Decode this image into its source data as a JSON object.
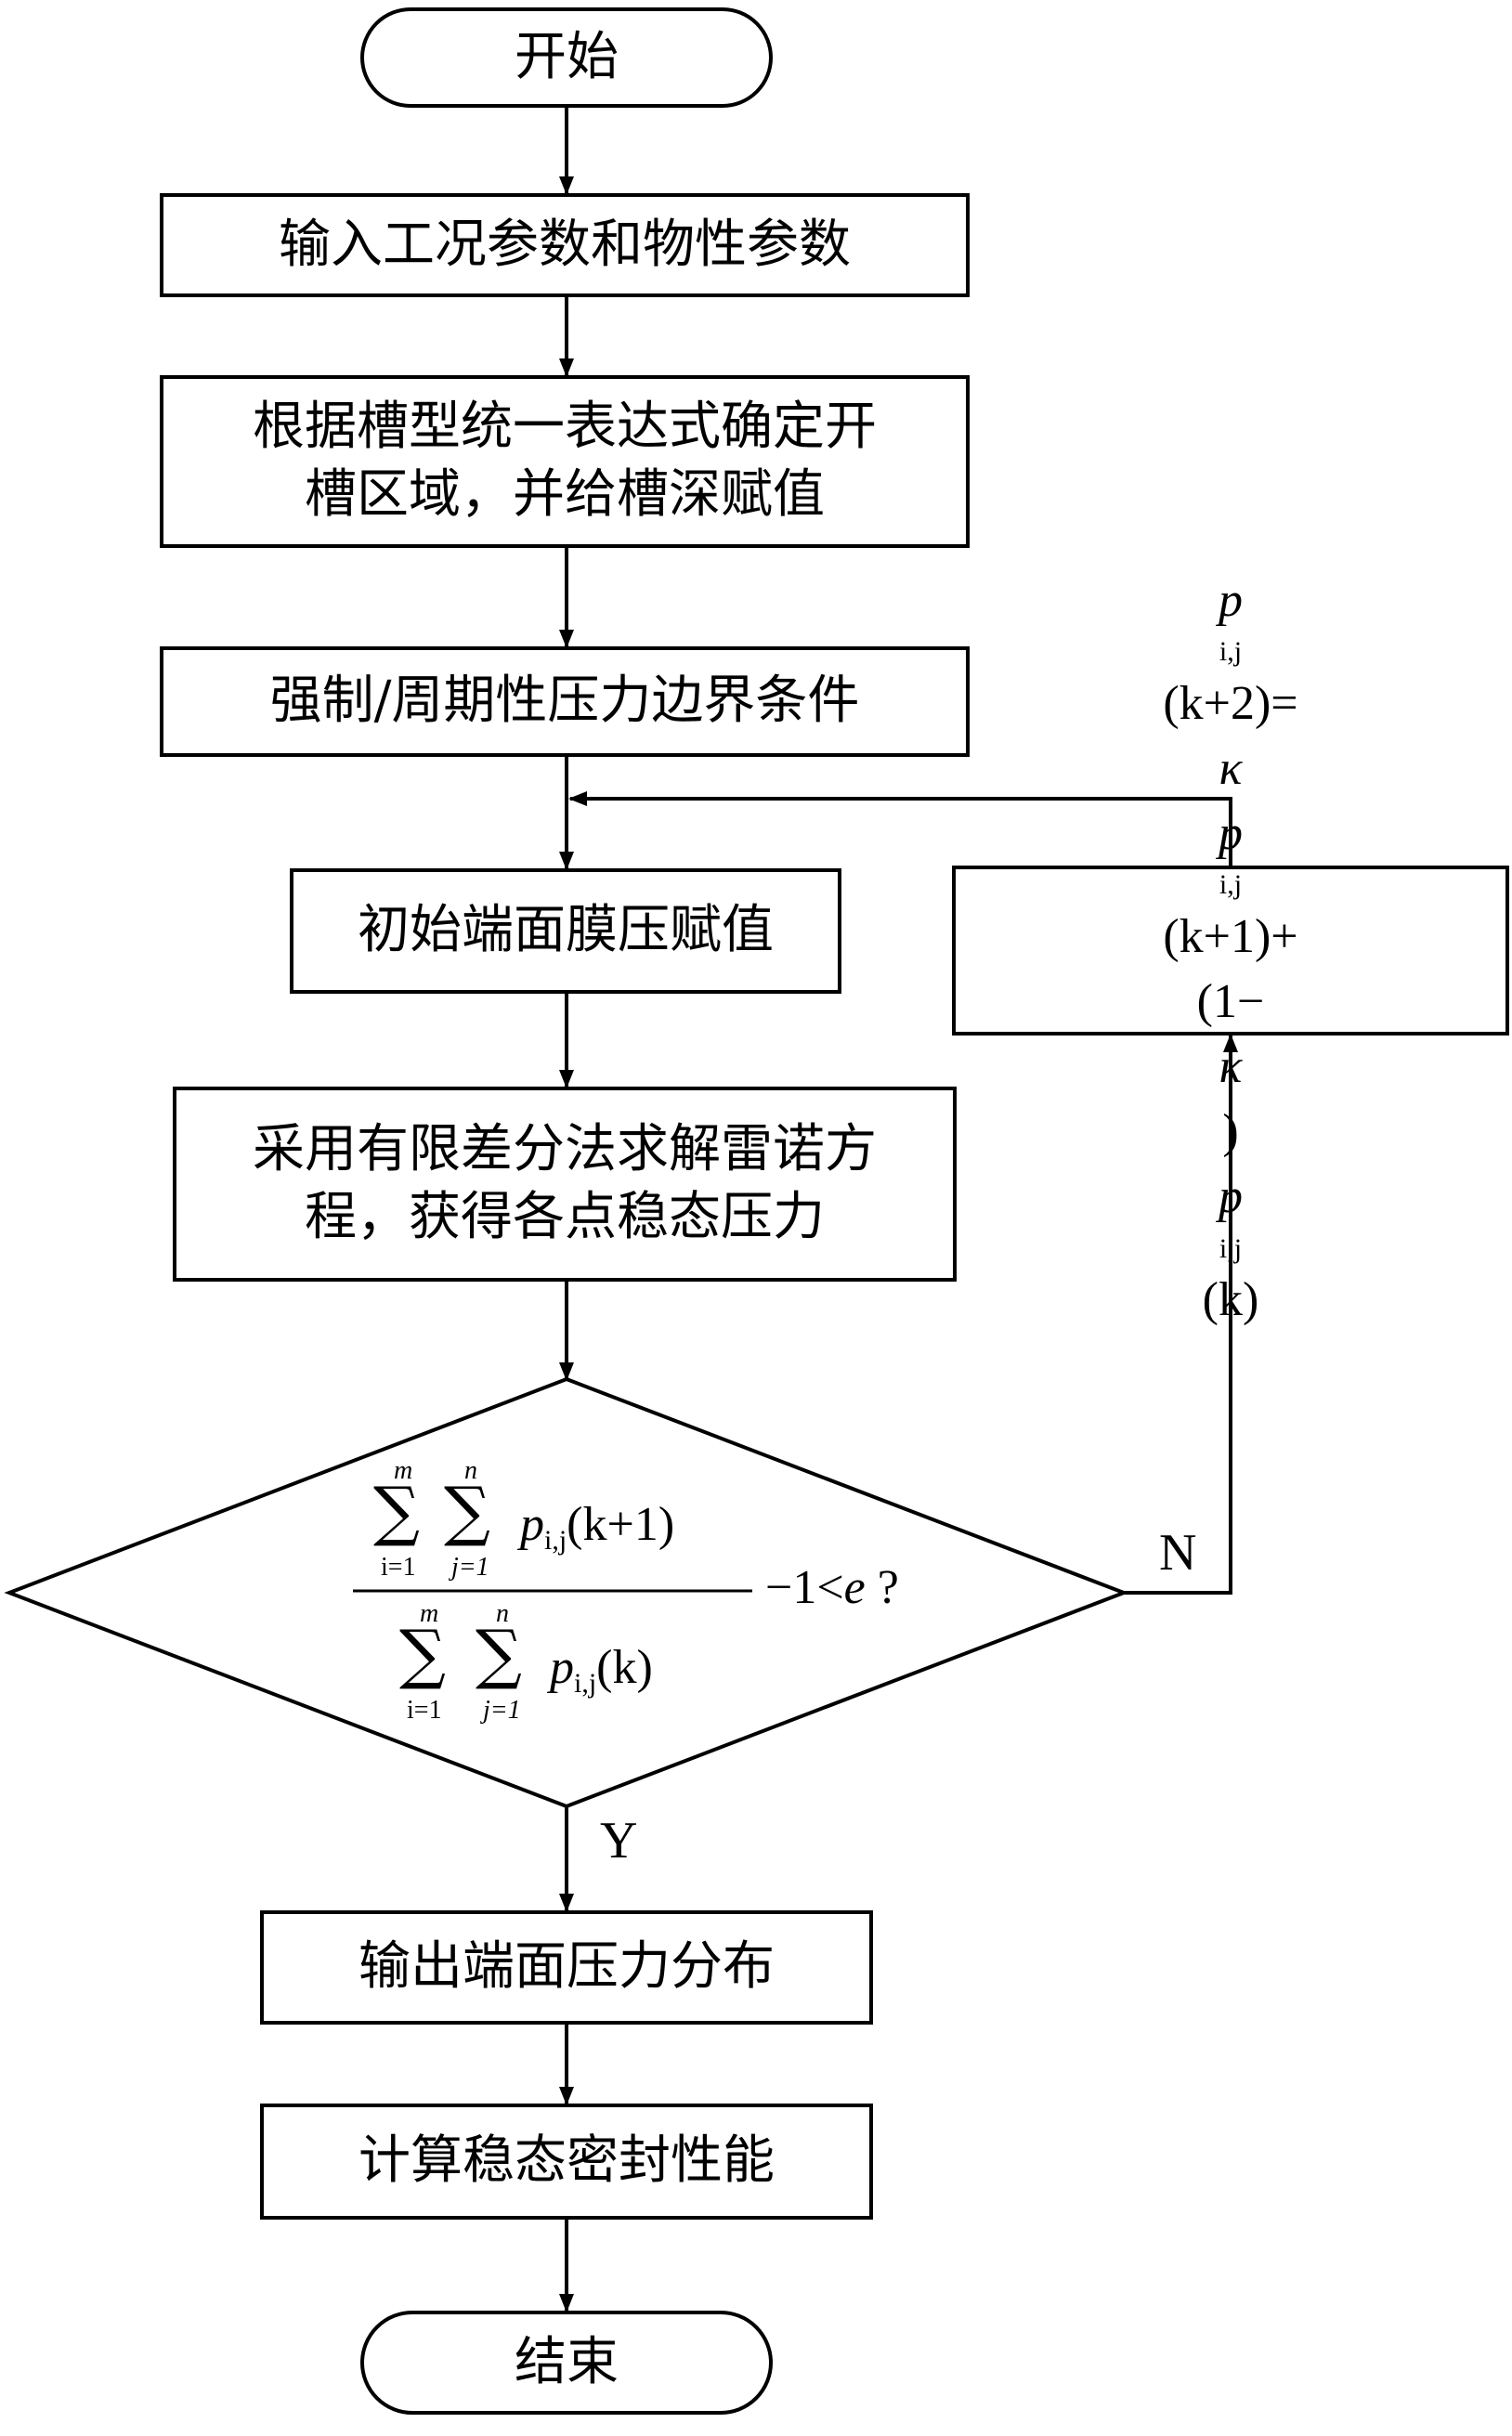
{
  "nodes": {
    "start": "开始",
    "input": "输入工况参数和物性参数",
    "groove_line1": "根据槽型统一表达式确定开",
    "groove_line2": "槽区域，并给槽深赋值",
    "boundary": "强制/周期性压力边界条件",
    "init": "初始端面膜压赋值",
    "solve_line1": "采用有限差分法求解雷诺方",
    "solve_line2": "程，获得各点稳态压力",
    "output": "输出端面压力分布",
    "compute": "计算稳态密封性能",
    "end": "结束"
  },
  "update_box": {
    "p": "p",
    "ij": "i,j",
    "k2": "(k+2)=",
    "kappa": "κ",
    "k1plus": "(k+1)+",
    "one_minus": "(1−",
    "close": ")",
    "k": "(k)"
  },
  "condition": {
    "sum": "∑",
    "upper_m": "m",
    "upper_n": "n",
    "lower_i": "i=1",
    "lower_j": "j=1",
    "p": "p",
    "ij": "i,j",
    "num_arg": "(k+1)",
    "den_arg": "(k)",
    "rhs": "−1<",
    "e": "e",
    "q": " ?"
  },
  "branch_labels": {
    "no": "N",
    "yes": "Y"
  }
}
